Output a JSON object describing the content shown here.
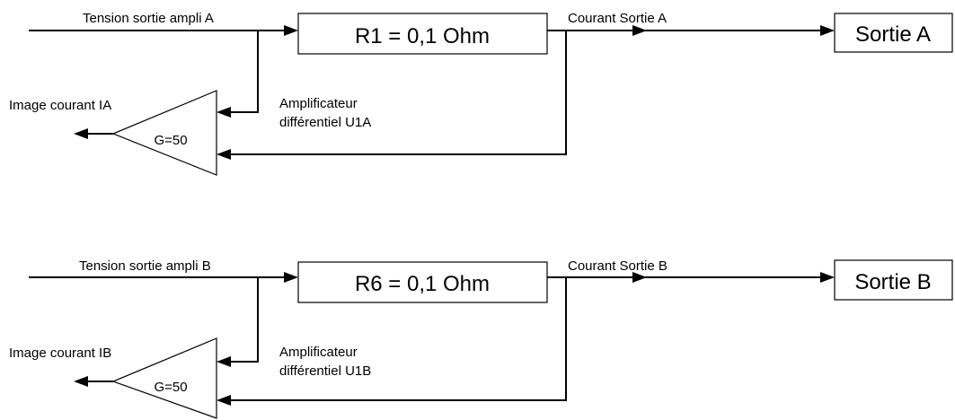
{
  "channels": {
    "a": {
      "input_label": "Tension sortie ampli A",
      "resistor_label": "R1 = 0,1 Ohm",
      "current_label": "Courant Sortie A",
      "output_label": "Sortie A",
      "image_label": "Image courant IA",
      "gain_label": "G=50",
      "amp_line1": "Amplificateur",
      "amp_line2": "différentiel U1A"
    },
    "b": {
      "input_label": "Tension sortie ampli B",
      "resistor_label": "R6 = 0,1 Ohm",
      "current_label": "Courant Sortie B",
      "output_label": "Sortie B",
      "image_label": "Image courant IB",
      "gain_label": "G=50",
      "amp_line1": "Amplificateur",
      "amp_line2": "différentiel U1B"
    }
  }
}
